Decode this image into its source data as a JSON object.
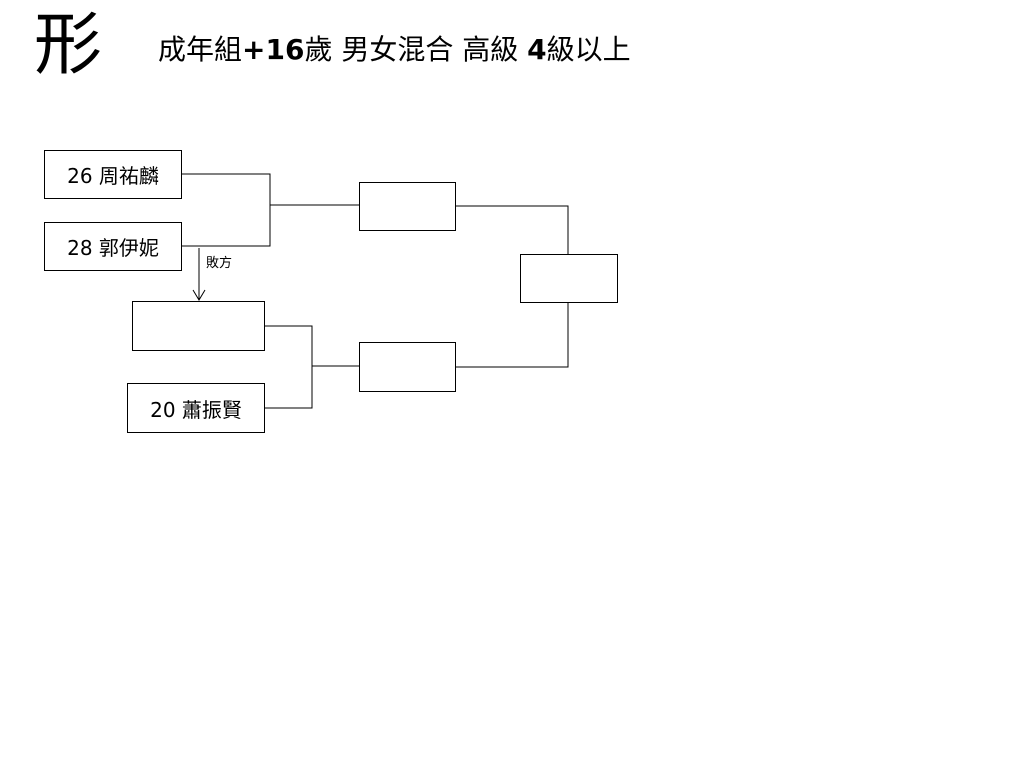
{
  "header": {
    "glyph": "形",
    "title_part1": "成年組",
    "title_part2": "+16",
    "title_part3": "歲 男女混合 高級 ",
    "title_part4": "4",
    "title_part5": "級以上"
  },
  "bracket": {
    "entry_1": "26 周祐麟",
    "entry_2": "28 郭伊妮",
    "entry_3": "20 蕭振賢",
    "loser_label": "敗方",
    "slot_round1_winner": "",
    "slot_repechage": "",
    "slot_semi2": "",
    "slot_final": ""
  }
}
